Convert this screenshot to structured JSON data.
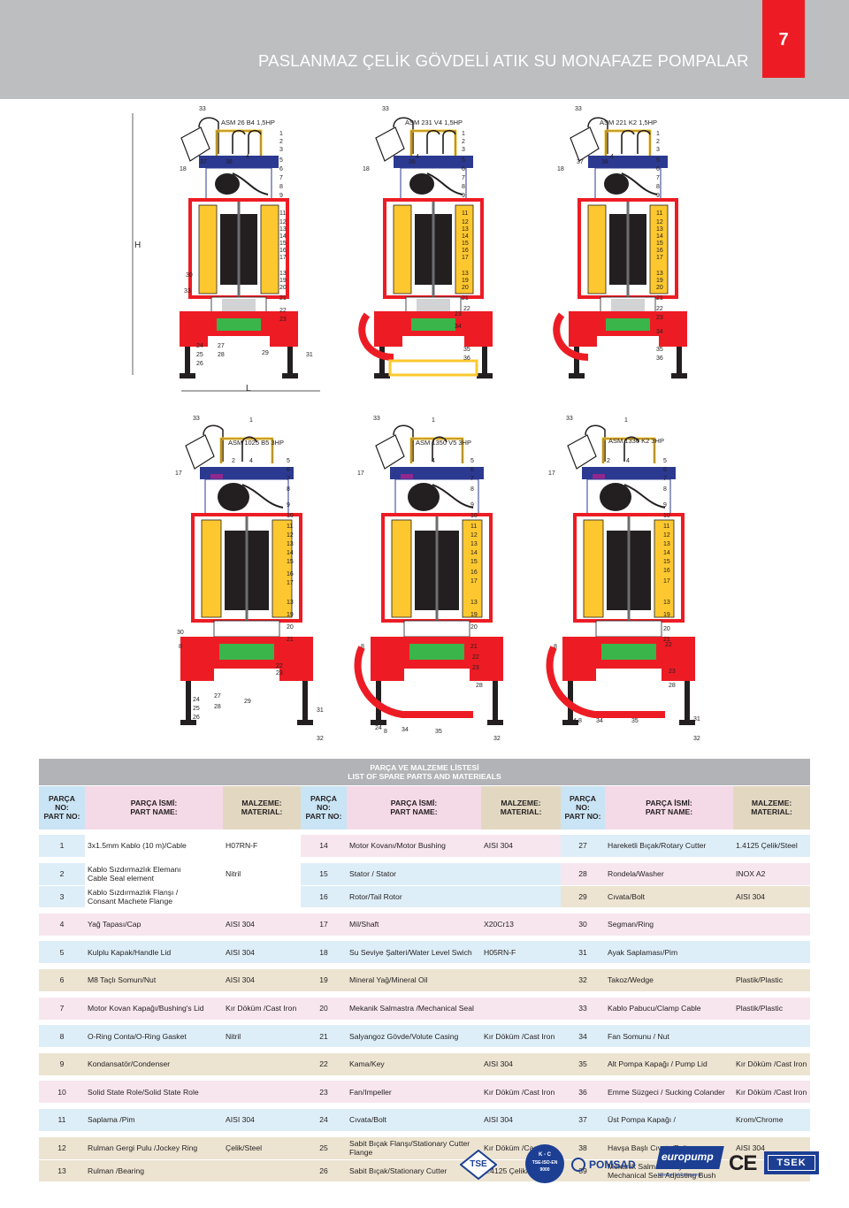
{
  "header": {
    "title": "PASLANMAZ ÇELİK GÖVDELİ ATIK SU MONAFAZE POMPALAR",
    "page_number": "7"
  },
  "drawings": {
    "dim_h": "H",
    "dim_l": "L",
    "pumps": [
      {
        "model": "ASM 26 B4 1,5HP",
        "top_num": "33",
        "callouts_right": [
          "1",
          "2",
          "3",
          "5",
          "6",
          "7",
          "8",
          "9",
          "",
          "11",
          "12",
          "13",
          "14",
          "15",
          "16",
          "17",
          "",
          "13",
          "19",
          "20",
          "21"
        ],
        "callouts_left": [
          "18",
          "37",
          "38",
          "4",
          "30",
          "33"
        ],
        "callouts_bottom": [
          "22",
          "23",
          "24",
          "25",
          "26",
          "27",
          "28",
          "29",
          "31"
        ]
      },
      {
        "model": "ASM 231 V4 1,5HP",
        "top_num": "33",
        "callouts_right": [
          "1",
          "2",
          "3",
          "5",
          "6",
          "7",
          "8",
          "9",
          "",
          "11",
          "12",
          "13",
          "14",
          "15",
          "16",
          "17",
          "",
          "13",
          "19",
          "20",
          "21"
        ],
        "callouts_left": [
          "18",
          "38",
          "4"
        ],
        "callouts_bottom": [
          "22",
          "23",
          "34",
          "35",
          "36"
        ]
      },
      {
        "model": "ASM 221 K2 1,5HP",
        "top_num": "33",
        "callouts_right": [
          "1",
          "2",
          "3",
          "5",
          "6",
          "7",
          "8",
          "9",
          "",
          "11",
          "12",
          "13",
          "14",
          "15",
          "16",
          "17",
          "",
          "13",
          "19",
          "20",
          "21"
        ],
        "callouts_left": [
          "18",
          "37",
          "38",
          "4"
        ],
        "callouts_bottom": [
          "22",
          "23",
          "34",
          "35",
          "36"
        ]
      },
      {
        "model": "ASM 1025 B5 3HP",
        "top_num": "33",
        "top_num2": "1",
        "callouts_right": [
          "5",
          "6",
          "7",
          "8",
          "",
          "9",
          "10",
          "11",
          "12",
          "13",
          "14",
          "15",
          "16",
          "17",
          "",
          "13",
          "19",
          "20",
          "21"
        ],
        "callouts_left": [
          "17",
          "2",
          "4",
          "30",
          "8"
        ],
        "callouts_bottom": [
          "22",
          "23",
          "24",
          "25",
          "26",
          "27",
          "28",
          "29",
          "31",
          "32"
        ]
      },
      {
        "model": "ASM 1350 V5 3HP",
        "top_num": "33",
        "top_num2": "1",
        "callouts_right": [
          "5",
          "6",
          "7",
          "8",
          "",
          "9",
          "10",
          "11",
          "12",
          "13",
          "14",
          "15",
          "16",
          "17",
          "",
          "13",
          "19",
          "20",
          "21"
        ],
        "callouts_left": [
          "17",
          "4",
          "8"
        ],
        "callouts_bottom": [
          "22",
          "23",
          "28",
          "24",
          "8",
          "34",
          "35",
          "31",
          "32"
        ]
      },
      {
        "model": "ASM 1330 K2 3HP",
        "top_num": "33",
        "top_num2": "1",
        "callouts_right": [
          "5",
          "6",
          "7",
          "8",
          "",
          "9",
          "10",
          "11",
          "12",
          "13",
          "14",
          "15",
          "16",
          "17",
          "",
          "13",
          "19",
          "20",
          "21"
        ],
        "callouts_left": [
          "17",
          "2",
          "4",
          "8"
        ],
        "callouts_bottom": [
          "22",
          "23",
          "28",
          "24",
          "8",
          "34",
          "35",
          "31",
          "32"
        ]
      }
    ]
  },
  "table": {
    "title_tr": "PARÇA VE MALZEME LİSTESİ",
    "title_en": "LIST OF SPARE PARTS AND MATERIEALS",
    "headers": {
      "part_no_a": "PARÇA NO:",
      "part_no_b": "PART NO:",
      "part_name_a": "PARÇA İSMİ:",
      "part_name_b": "PART NAME:",
      "material_a": "MALZEME:",
      "material_b": "MATERIAL:",
      "part_no3_a": "PARÇA",
      "part_no3_b": "NO:",
      "part_no3_c": "PART NO:"
    },
    "rows": [
      {
        "n1": "1",
        "name1": "3x1.5mm Kablo (10 m)/Cable",
        "mat1": "H07RN-F",
        "n2": "14",
        "name2": "Motor Kovanı/Motor Bushing",
        "mat2": "AISI 304",
        "n3": "27",
        "name3": "Hareketli Bıçak/Rotary Cutter",
        "mat3": "1.4125 Çelik/Steel"
      },
      {
        "n1": "2",
        "name1a": "Kablo Sızdırmazlık Elemanı",
        "name1b": "Cable Seal element",
        "mat1": "Nitril",
        "n2": "15",
        "name2": "Stator / Stator",
        "mat2": "",
        "n3": "28",
        "name3": "Rondela/Washer",
        "mat3": "INOX A2"
      },
      {
        "n1": "3",
        "name1a": "Kablo Sızdırmazlık Flanşı /",
        "name1b": "Consant Machete Flange",
        "mat1": "",
        "n2": "16",
        "name2": "Rotor/Tail Rotor",
        "mat2": "",
        "n3": "29",
        "name3": "Cıvata/Bolt",
        "mat3": "AISI 304"
      },
      {
        "n1": "4",
        "name1": "Yağ Tapası/Cap",
        "mat1": "AISI 304",
        "n2": "17",
        "name2": "Mil/Shaft",
        "mat2": "X20Cr13",
        "n3": "30",
        "name3": "Segman/Ring",
        "mat3": ""
      },
      {
        "n1": "5",
        "name1": "Kulplu Kapak/Handle Lid",
        "mat1": "AISI 304",
        "n2": "18",
        "name2": "Su Seviye Şalteri/Water Level Swich",
        "mat2": "H05RN-F",
        "n3": "31",
        "name3": "Ayak Saplaması/Pim",
        "mat3": ""
      },
      {
        "n1": "6",
        "name1": "M8 Taçlı Somun/Nut",
        "mat1": "AISI 304",
        "n2": "19",
        "name2": "Mineral Yağ/Mineral Oil",
        "mat2": "",
        "n3": "32",
        "name3": "Takoz/Wedge",
        "mat3": "Plastik/Plastic"
      },
      {
        "n1": "7",
        "name1": "Motor Kovan Kapağı/Bushing's Lid",
        "mat1": "Kır Döküm /Cast Iron",
        "n2": "20",
        "name2": "Mekanik Salmastra /Mechanical Seal",
        "mat2": "",
        "n3": "33",
        "name3": "Kablo Pabucu/Clamp Cable",
        "mat3": "Plastik/Plastic"
      },
      {
        "n1": "8",
        "name1": "O-Ring Conta/O-Ring Gasket",
        "mat1": "Nitril",
        "n2": "21",
        "name2": "Salyangoz Gövde/Volute Casing",
        "mat2": "Kır Döküm /Cast Iron",
        "n3": "34",
        "name3": "Fan Somunu / Nut",
        "mat3": ""
      },
      {
        "n1": "9",
        "name1": "Kondansatör/Condenser",
        "mat1": "",
        "n2": "22",
        "name2": "Kama/Key",
        "mat2": "AISI 304",
        "n3": "35",
        "name3": "Alt Pompa Kapağı / Pump Lid",
        "mat3": "Kır Döküm /Cast Iron"
      },
      {
        "n1": "10",
        "name1": "Solid State Role/Solid State Role",
        "mat1": "",
        "n2": "23",
        "name2": "Fan/Impeller",
        "mat2": "Kır Döküm /Cast Iron",
        "n3": "36",
        "name3": "Emme Süzgeci / Sucking Colander",
        "mat3": "Kır Döküm /Cast Iron"
      },
      {
        "n1": "11",
        "name1": "Saplama /Pim",
        "mat1": "AISI 304",
        "n2": "24",
        "name2": "Cıvata/Bolt",
        "mat2": "AISI 304",
        "n3": "37",
        "name3": "Üst Pompa Kapağı /",
        "mat3": "Krom/Chrome"
      },
      {
        "n1": "12",
        "name1": "Rulman Gergi Pulu /Jockey Ring",
        "mat1": "Çelik/Steel",
        "n2": "25",
        "name2a": "Sabit Bıçak Flanşı/Stationary Cutter",
        "name2b": "Flange",
        "mat2": "Kır Döküm /Cast Iron",
        "n3": "38",
        "name3": "Havşa Başlı Cıvata/Bolt",
        "mat3": "AISI 304"
      },
      {
        "n1": "13",
        "name1": "Rulman /Bearing",
        "mat1": "",
        "n2": "26",
        "name2": "Sabit Bıçak/Stationary Cutter",
        "mat2": "1.4125 Çelik/Steel",
        "n3": "39",
        "name3a": "Mekanik Salmastra Ayar Burcu /",
        "name3b": "Mechanical Seal Adjusting Bush",
        "mat3": ""
      }
    ]
  },
  "logos": {
    "tse": "TSE",
    "kc_a": "K - C",
    "kc_b": "TSE-ISO-EN",
    "kc_c": "9000",
    "pomsad": "POMSAD",
    "europump": "europump",
    "europump_sub": "Member of Europump",
    "ce": "CE",
    "tsek": "TSEK"
  },
  "colors": {
    "header_gray": "#bcbec0",
    "badge_red": "#ed1c24",
    "casing_red": "#ed1c24",
    "stator_yellow": "#fdc82f",
    "motor_black": "#231f20",
    "seal_green": "#39b54a",
    "cover_blue": "#2b3990",
    "cap_purple": "#92278f",
    "table_blue": "#c9e4f4",
    "table_pink": "#f4d9e6",
    "table_tan": "#e2d8c1",
    "europump_blue": "#1c3f94"
  }
}
